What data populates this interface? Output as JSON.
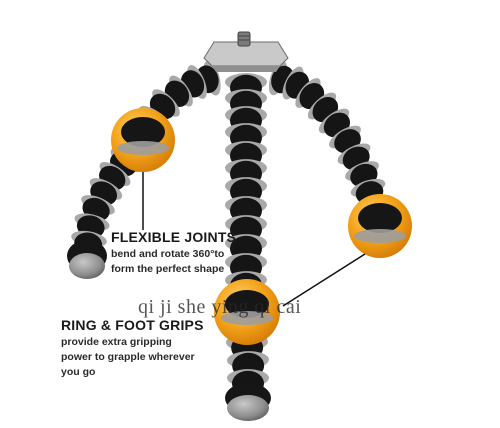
{
  "colors": {
    "joint_dark": "#151515",
    "ring_grey": "#a9a9a9",
    "foot_grey": "#8c8c8c",
    "highlight_orange": "#f3a21a",
    "plate_grey": "#c9c9c9"
  },
  "callouts": {
    "flexible_joints": {
      "title": "FLEXIBLE JOINTS",
      "lines": [
        "bend and rotate 360°to",
        "form the perfect shape"
      ]
    },
    "ring_foot_grips": {
      "title": "RING & FOOT GRIPS",
      "lines": [
        "provide extra gripping",
        "power to grapple wherever",
        "you go"
      ]
    }
  },
  "watermark": {
    "text": "qi ji she ying qi cai"
  }
}
